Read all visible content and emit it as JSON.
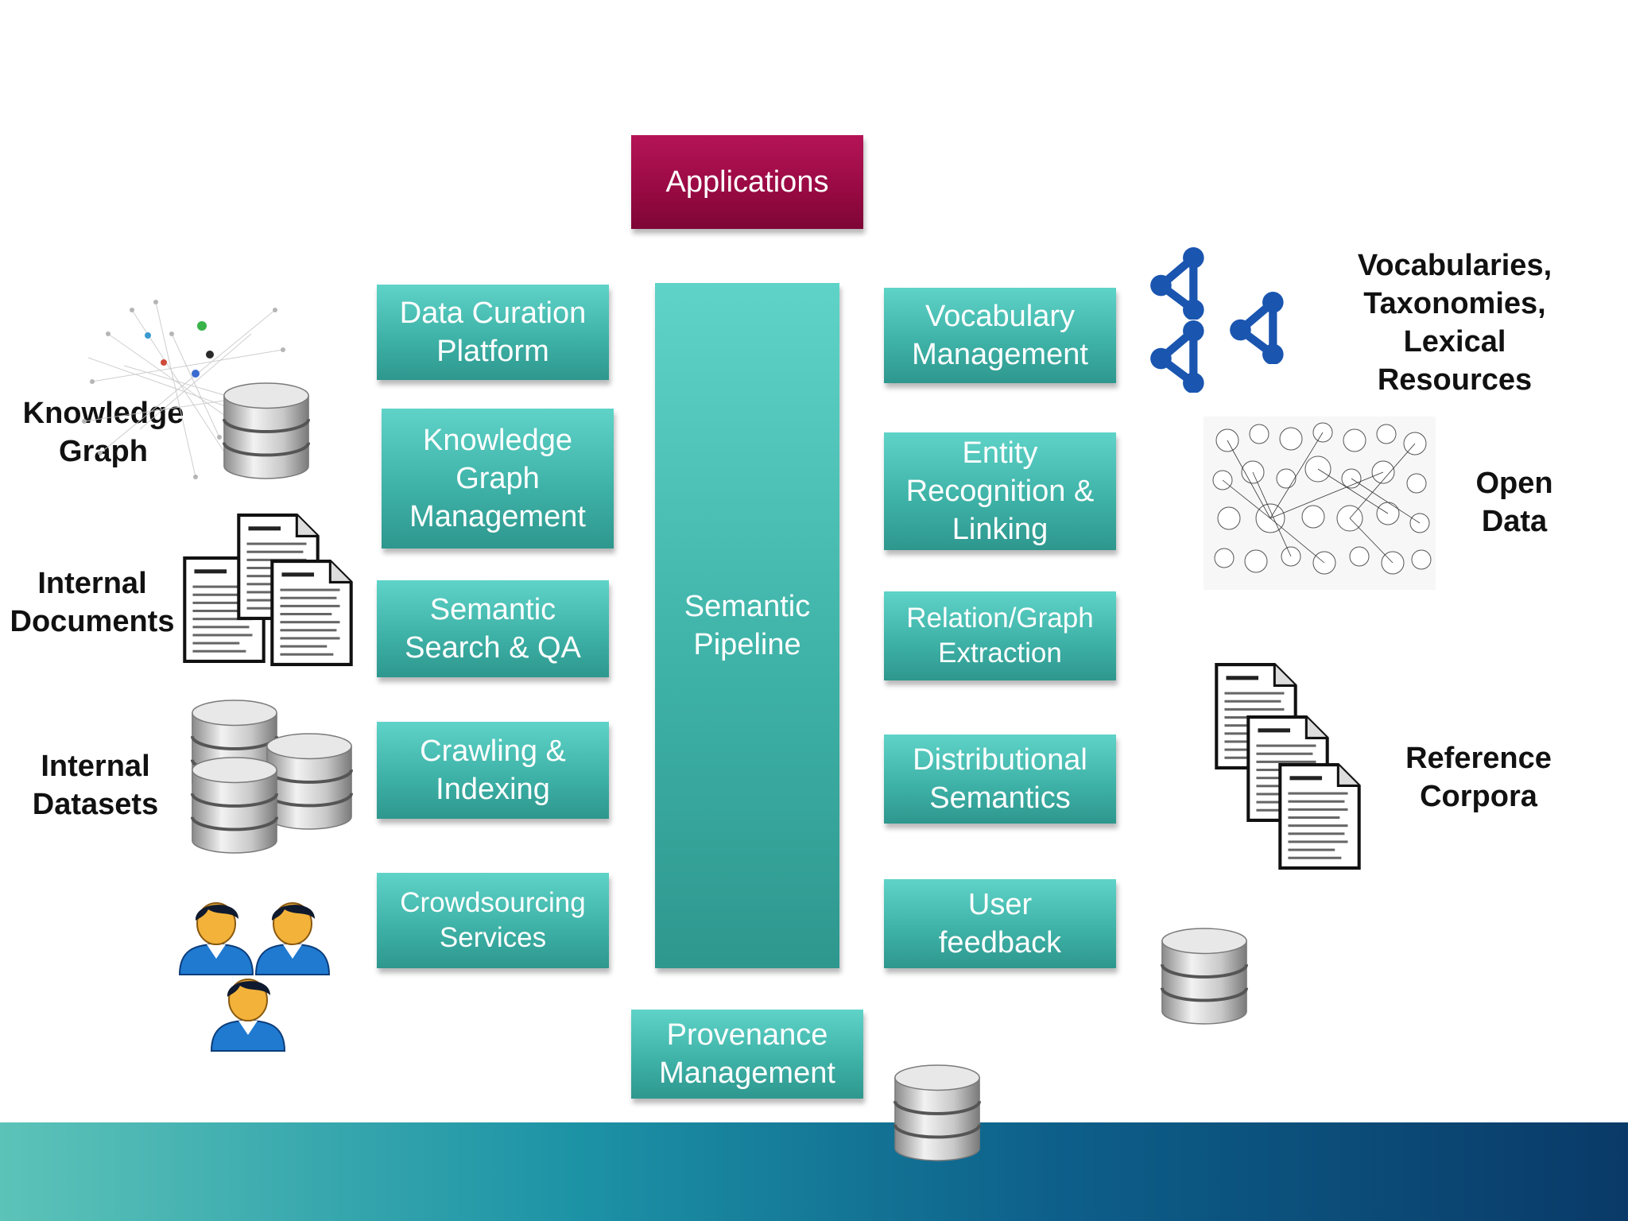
{
  "center": {
    "applications": "Applications",
    "pipeline": "Semantic\nPipeline",
    "provenance": "Provenance\nManagement"
  },
  "left_boxes": [
    "Data Curation\nPlatform",
    "Knowledge\nGraph\nManagement",
    "Semantic\nSearch & QA",
    "Crawling &\nIndexing",
    "Crowdsourcing\nServices"
  ],
  "right_boxes": [
    "Vocabulary\nManagement",
    "Entity\nRecognition &\nLinking",
    "Relation/Graph\nExtraction",
    "Distributional\nSemantics",
    "User\nfeedback"
  ],
  "left_labels": [
    "Knowledge\nGraph",
    "Internal\nDocuments",
    "Internal\nDatasets"
  ],
  "right_labels": [
    "Vocabularies,\nTaxonomies,\nLexical\nResources",
    "Open\nData",
    "Reference\nCorpora"
  ],
  "icons": {
    "database": "database-icon",
    "document": "document-icon",
    "user": "user-icon",
    "graph": "graph-icon",
    "network": "network-icon"
  },
  "doc_title": "Document",
  "colors": {
    "teal": "#3fb3a8",
    "crimson": "#9a0a44",
    "icon_blue": "#1a55b0"
  }
}
